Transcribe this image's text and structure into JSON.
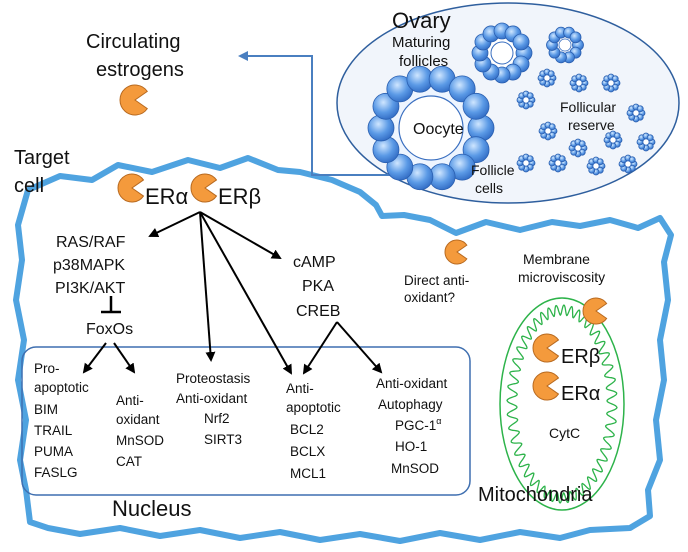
{
  "labels": {
    "circulating": "Circulating",
    "estrogens": "estrogens",
    "ovary": "Ovary",
    "maturing": "Maturing",
    "follicles": "follicles",
    "oocyte": "Oocyte",
    "follicular": "Follicular",
    "reserve": "reserve",
    "follicle": "Follicle",
    "cells": "cells",
    "target": "Target",
    "cell": "cell",
    "er_alpha": "ERα",
    "er_beta": "ERβ",
    "ras_raf": "RAS/RAF",
    "p38mapk": "p38MAPK",
    "pi3k_akt": "PI3K/AKT",
    "foxos": "FoxOs",
    "camp": "cAMP",
    "pka": "PKA",
    "creb": "CREB",
    "direct1": "Direct anti-",
    "direct2": "oxidant?",
    "membrane1": "Membrane",
    "membrane2": "microviscosity",
    "pro_apoptotic": [
      "Pro-",
      "apoptotic",
      "BIM",
      "TRAIL",
      "PUMA",
      "FASLG"
    ],
    "anti_oxidant_fox": [
      "Anti-",
      "oxidant",
      "MnSOD",
      "CAT"
    ],
    "proteostasis": [
      "Proteostasis",
      "Anti-oxidant",
      "Nrf2",
      "SIRT3"
    ],
    "anti_apoptotic": [
      "Anti-",
      "apoptotic",
      "BCL2",
      "BCLX",
      "MCL1"
    ],
    "anti_oxidant_creb": [
      "Anti-oxidant",
      "Autophagy",
      "PGC-1",
      "HO-1",
      "MnSOD"
    ],
    "pgc_sup": "α",
    "nucleus": "Nucleus",
    "mito_er_beta": "ERβ",
    "mito_er_alpha": "ERα",
    "cytc": "CytC",
    "mitochondria": "Mitochondria"
  },
  "colors": {
    "cell_border": "#4fa3e0",
    "arrow_blue": "#4a7fc0",
    "ovary_fill": "#f1f5fb",
    "nucleus_border": "#3f6fb0",
    "mito_green": "#2db34a",
    "estrogen_orange": "#f49a3c",
    "follicle_blue": "#3f7ed6"
  }
}
